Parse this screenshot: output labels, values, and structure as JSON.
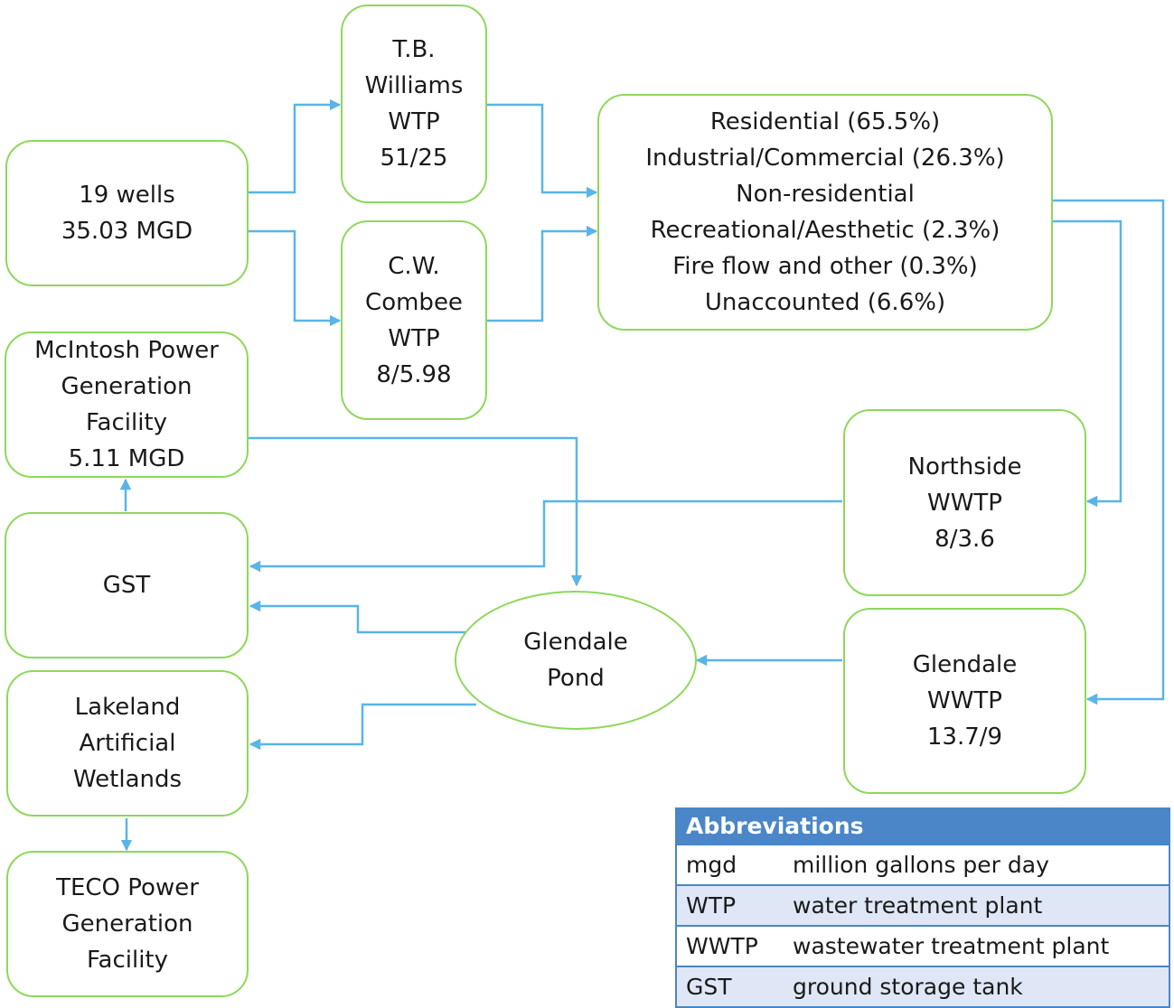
{
  "nodes": {
    "wells": [
      "19 wells",
      "35.03 MGD"
    ],
    "tb_williams": [
      "T.B.",
      "Williams",
      "WTP",
      "51/25"
    ],
    "cw_combee": [
      "C.W.",
      "Combee",
      "WTP",
      "8/5.98"
    ],
    "uses": [
      "Residential (65.5%)",
      "Industrial/Commercial (26.3%)",
      "Non-residential",
      "Recreational/Aesthetic (2.3%)",
      "Fire flow and other (0.3%)",
      "Unaccounted (6.6%)"
    ],
    "mcintosh": [
      "McIntosh Power",
      "Generation",
      "Facility",
      "5.11 MGD"
    ],
    "gst": [
      "GST"
    ],
    "northside": [
      "Northside",
      "WWTP",
      "8/3.6"
    ],
    "glendale_pond": [
      "Glendale",
      "Pond"
    ],
    "glendale_wwtp": [
      "Glendale",
      "WWTP",
      "13.7/9"
    ],
    "lakeland": [
      "Lakeland",
      "Artificial",
      "Wetlands"
    ],
    "teco": [
      "TECO Power",
      "Generation",
      "Facility"
    ]
  },
  "abbreviations": {
    "title": "Abbreviations",
    "rows": [
      {
        "term": "mgd",
        "definition": "million gallons per day"
      },
      {
        "term": "WTP",
        "definition": "water treatment plant"
      },
      {
        "term": "WWTP",
        "definition": "wastewater treatment plant"
      },
      {
        "term": "GST",
        "definition": "ground storage tank"
      }
    ]
  },
  "colors": {
    "node_border": "#8ed85a",
    "connector": "#5ab4e8",
    "table_accent": "#4a86c8",
    "table_stripe": "#dfe7f6"
  }
}
